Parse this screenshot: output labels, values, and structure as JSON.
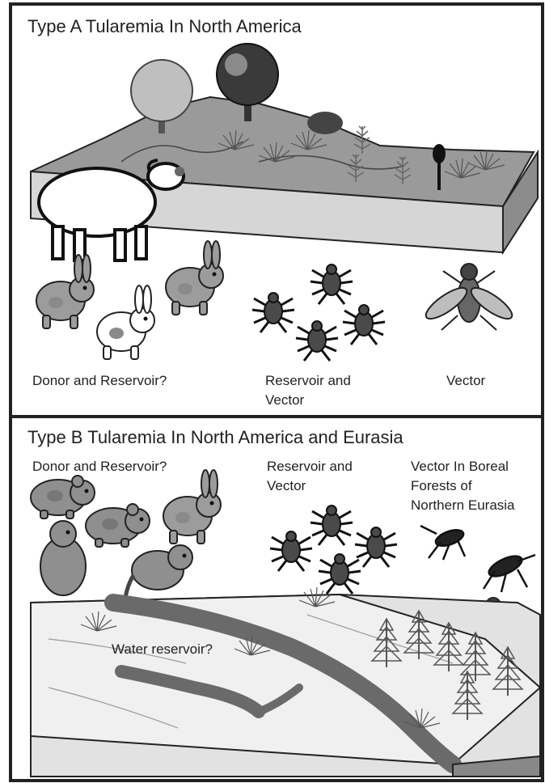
{
  "panel_a": {
    "title": "Type A Tularemia In North America",
    "labels": {
      "donor": "Donor and Reservoir?",
      "reservoir_line1": "Reservoir and",
      "reservoir_line2": "Vector",
      "vector": "Vector"
    }
  },
  "panel_b": {
    "title": "Type B Tularemia In North America and Eurasia",
    "labels": {
      "donor": "Donor and Reservoir?",
      "reservoir_line1": "Reservoir and",
      "reservoir_line2": "Vector",
      "vector_line1": "Vector In Boreal",
      "vector_line2": "Forests of",
      "vector_line3": "Northern Eurasia",
      "water": "Water reservoir?"
    }
  }
}
